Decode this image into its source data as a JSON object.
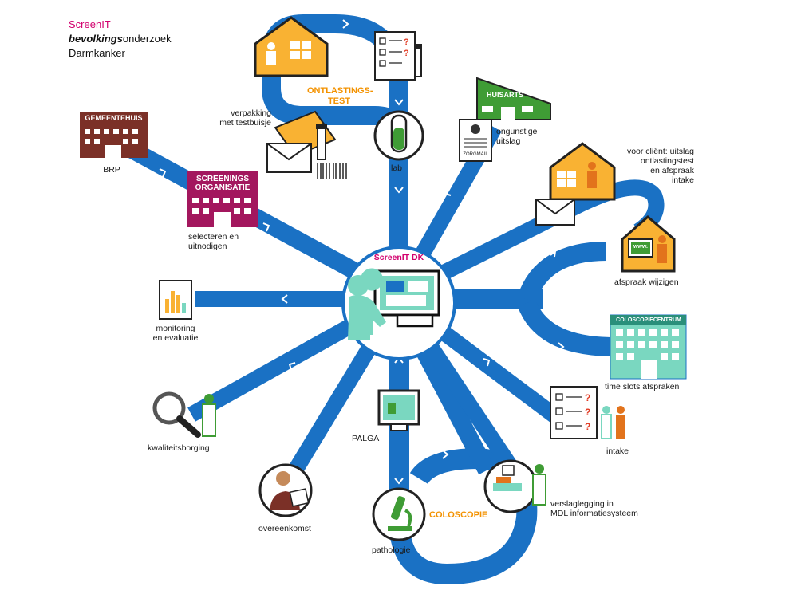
{
  "brand": {
    "line1": "ScreenIT",
    "line2_bold": "bevolkings",
    "line2_rest": "onderzoek",
    "line3": "Darmkanker"
  },
  "hub": {
    "title": "ScreenIT DK"
  },
  "signs": {
    "gemeentehuis": "GEMEENTEHUIS",
    "screeningsorganisatie": "SCREENINGS ORGANISATIE",
    "huisarts": "HUISARTS",
    "coloscopiecentrum": "COLOSCOPIECENTRUM",
    "zorgmail": "ZORGMAIL",
    "www": "www."
  },
  "nodes": {
    "ontlastingstest": "ONTLASTINGS-TEST",
    "verpakking": "verpakking\nmet testbuisje",
    "lab": "lab",
    "brp": "BRP",
    "selecteren": "selecteren en\nuitnodigen",
    "onguntige": "ongunstige\nuitslag",
    "voor_client": "voor cliënt: uitslag\nontlastingstest\nen afspraak\nintake",
    "afspraak_wijzigen": "afspraak wijzigen",
    "monitoring": "monitoring\nen evaluatie",
    "time_slots": "time slots afspraken",
    "kwaliteit": "kwaliteitsborging",
    "palga": "PALGA",
    "intake": "intake",
    "verslaglegging": "verslaglegging in\nMDL informatiesysteem",
    "coloscopie": "COLOSCOPIE",
    "overeenkomst": "overeenkomst",
    "pathologie": "pathologie"
  },
  "colors": {
    "pipe": "#1a71c4",
    "pipe_dark": "#0e5ca5",
    "orange": "#f9b233",
    "house_stroke": "#222222",
    "magenta": "#a3175e",
    "brown": "#7b3027",
    "green": "#3f9c35",
    "teal": "#7ad7c0",
    "brand_pink": "#d2006e"
  }
}
